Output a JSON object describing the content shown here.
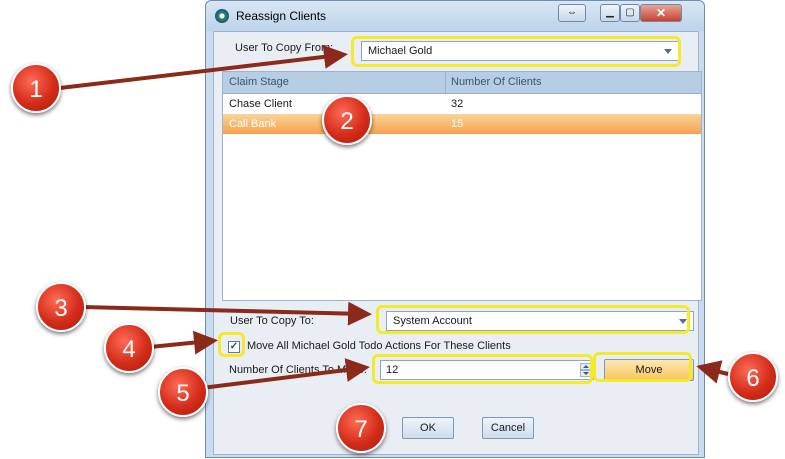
{
  "window": {
    "title": "Reassign Clients",
    "resize_glyph": "⇔",
    "min_glyph": "▁",
    "max_glyph": "▢",
    "close_glyph": "✕"
  },
  "copy_from": {
    "label": "User To Copy From:",
    "value": "Michael Gold"
  },
  "grid": {
    "columns": [
      "Claim Stage",
      "Number Of Clients"
    ],
    "rows": [
      {
        "stage": "Chase Client",
        "count": "32",
        "selected": false
      },
      {
        "stage": "Call Bank",
        "count": "15",
        "selected": true
      }
    ]
  },
  "copy_to": {
    "label": "User To Copy To:",
    "value": "System Account"
  },
  "todo_checkbox": {
    "label": "Move All Michael Gold Todo Actions For These Clients",
    "checked": true,
    "check_glyph": "✓"
  },
  "clients_to_move": {
    "label": "Number Of Clients To Move:",
    "value": "12"
  },
  "buttons": {
    "move": "Move",
    "ok": "OK",
    "cancel": "Cancel"
  },
  "callouts": [
    "1",
    "2",
    "3",
    "4",
    "5",
    "6",
    "7"
  ],
  "colors": {
    "highlight": "#f3ea2b",
    "callout": "#d42c1a",
    "arrow": "#8b2a1b",
    "selected_row": "#f7b05c"
  },
  "icons": {
    "app": "app-logo-icon"
  }
}
